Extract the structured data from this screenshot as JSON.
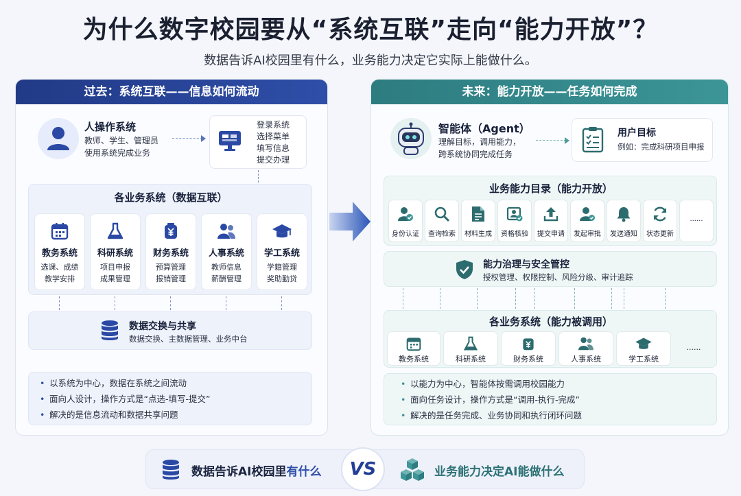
{
  "title": "为什么数字校园要从“系统互联”走向“能力开放”？",
  "subtitle": "数据告诉AI校园里有什么，业务能力决定它实际上能做什么。",
  "left": {
    "header": "过去：系统互联——信息如何流动",
    "user": {
      "title": "人操作系统",
      "line1": "教师、学生、管理员",
      "line2": "使用系统完成业务"
    },
    "steps": [
      "登录系统",
      "选择菜单",
      "填写信息",
      "提交办理"
    ],
    "systems_title": "各业务系统（数据互联）",
    "systems": [
      {
        "name": "教务系统",
        "d1": "选课、成绩",
        "d2": "教学安排",
        "icon": "calendar-icon"
      },
      {
        "name": "科研系统",
        "d1": "项目申报",
        "d2": "成果管理",
        "icon": "flask-icon"
      },
      {
        "name": "财务系统",
        "d1": "预算管理",
        "d2": "报销管理",
        "icon": "money-icon"
      },
      {
        "name": "人事系统",
        "d1": "教师信息",
        "d2": "薪酬管理",
        "icon": "people-icon"
      },
      {
        "name": "学工系统",
        "d1": "学籍管理",
        "d2": "奖助勤贷",
        "icon": "graduation-cap-icon"
      }
    ],
    "exchange": {
      "title": "数据交换与共享",
      "desc": "数据交换、主数据管理、业务中台"
    },
    "bullets": [
      "以系统为中心，数据在系统之间流动",
      "面向人设计，操作方式是“点选-填写-提交”",
      "解决的是信息流动和数据共享问题"
    ]
  },
  "right": {
    "header": "未来：能力开放——任务如何完成",
    "agent": {
      "title": "智能体（Agent）",
      "line1": "理解目标，调用能力，",
      "line2": "跨系统协同完成任务"
    },
    "goal": {
      "title": "用户目标",
      "desc": "例如：完成科研项目申报"
    },
    "catalog_title": "业务能力目录（能力开放）",
    "capabilities": [
      {
        "name": "身份认证",
        "icon": "user-check-icon"
      },
      {
        "name": "查询检索",
        "icon": "search-icon"
      },
      {
        "name": "材料生成",
        "icon": "document-icon"
      },
      {
        "name": "资格核验",
        "icon": "id-check-icon"
      },
      {
        "name": "提交申请",
        "icon": "upload-icon"
      },
      {
        "name": "发起审批",
        "icon": "approve-icon"
      },
      {
        "name": "发送通知",
        "icon": "bell-icon"
      },
      {
        "name": "状态更新",
        "icon": "refresh-icon"
      },
      {
        "name": "......",
        "icon": ""
      }
    ],
    "governance": {
      "title": "能力治理与安全管控",
      "desc": "授权管理、权限控制、风险分级、审计追踪"
    },
    "systems_title": "各业务系统（能力被调用）",
    "systems": [
      {
        "name": "教务系统",
        "icon": "calendar-icon"
      },
      {
        "name": "科研系统",
        "icon": "flask-icon"
      },
      {
        "name": "财务系统",
        "icon": "money-icon"
      },
      {
        "name": "人事系统",
        "icon": "people-icon"
      },
      {
        "name": "学工系统",
        "icon": "graduation-cap-icon"
      },
      {
        "name": "......",
        "icon": ""
      }
    ],
    "bullets": [
      "以能力为中心，智能体按需调用校园能力",
      "面向任务设计，操作方式是“调用-执行-完成”",
      "解决的是任务完成、业务协同和执行闭环问题"
    ]
  },
  "bottom": {
    "left_text_a": "数据告诉AI校园里",
    "left_text_b": "有什么",
    "vs": "VS",
    "right_text": "业务能力决定AI能做什么"
  },
  "colors": {
    "navy": "#223a86",
    "teal": "#3c9597",
    "accent_blue": "#2e4ea8"
  }
}
